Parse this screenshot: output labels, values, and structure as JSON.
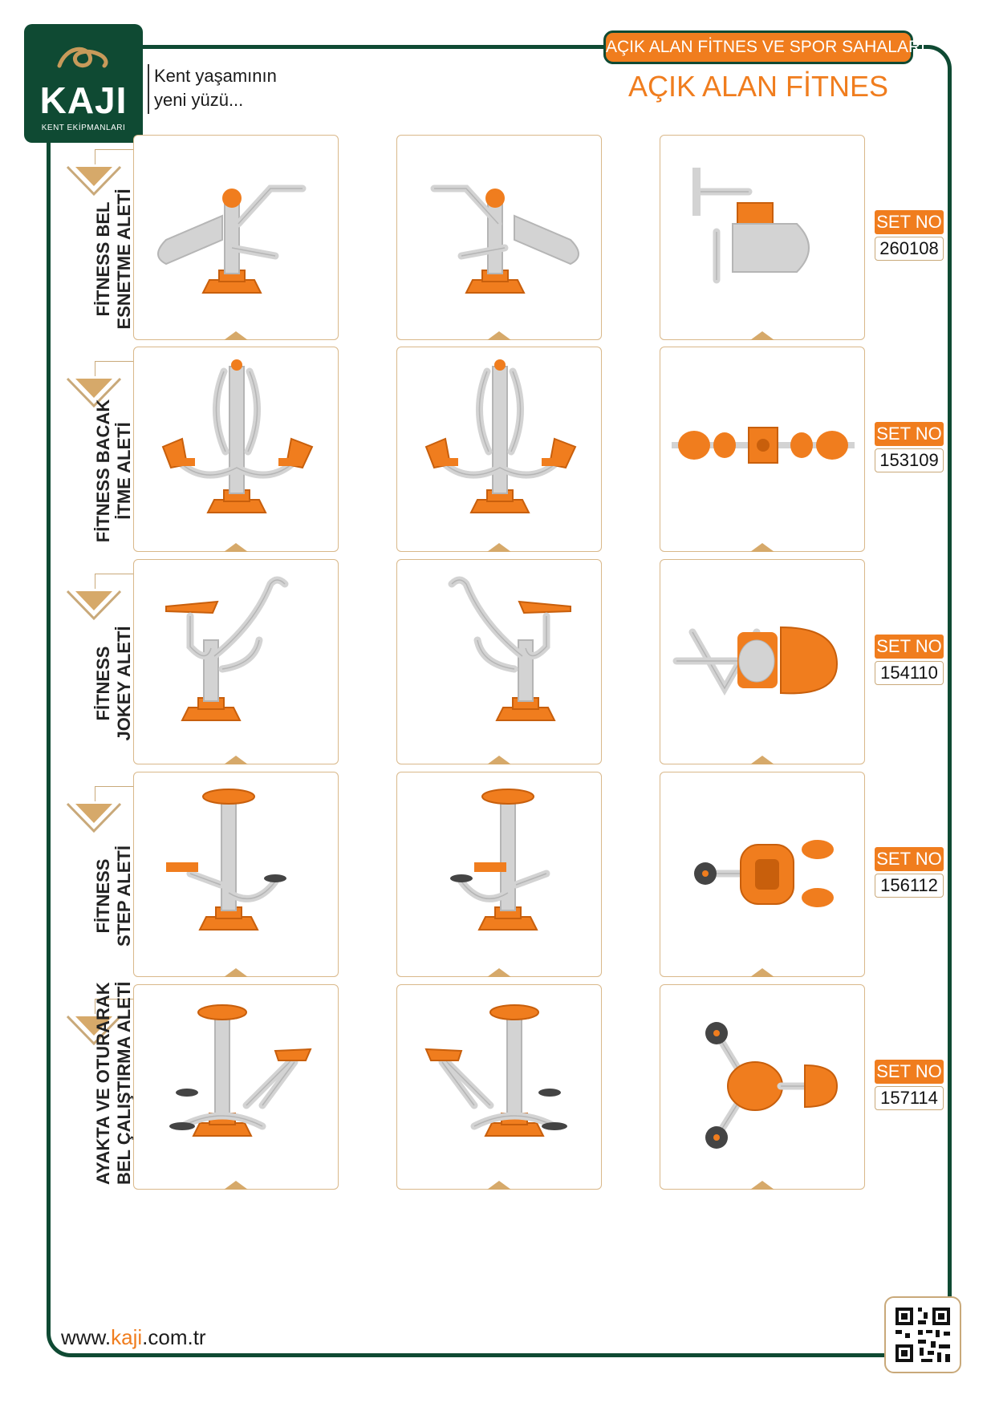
{
  "header": {
    "brand": "KAJI",
    "brand_sub": "KENT EKİPMANLARI",
    "slogan_line1": "Kent yaşamının",
    "slogan_line2": "yeni yüzü...",
    "category_pill": "AÇIK ALAN FİTNES VE SPOR SAHALARI",
    "category_title": "AÇIK ALAN FİTNES"
  },
  "colors": {
    "brand_green": "#0f4a33",
    "accent_orange": "#f07d1e",
    "frame_gold": "#d9b88a",
    "metal_grey": "#c9c9c9"
  },
  "set_label": "SET NO",
  "products": [
    {
      "line1": "FİTNESS BEL",
      "line2": "ESNETME ALETİ",
      "set_no": "260108",
      "images": [
        "waist-stretcher-view-1",
        "waist-stretcher-view-2",
        "waist-stretcher-top-view"
      ]
    },
    {
      "line1": "FİTNESS BACAK",
      "line2": "İTME ALETİ",
      "set_no": "153109",
      "images": [
        "leg-press-view-1",
        "leg-press-view-2",
        "leg-press-top-view"
      ]
    },
    {
      "line1": "FİTNESS",
      "line2": "JOKEY ALETİ",
      "set_no": "154110",
      "images": [
        "jockey-view-1",
        "jockey-view-2",
        "jockey-top-view"
      ]
    },
    {
      "line1": "FİTNESS",
      "line2": "STEP ALETİ",
      "set_no": "156112",
      "images": [
        "stepper-view-1",
        "stepper-view-2",
        "stepper-top-view"
      ]
    },
    {
      "line1": "AYAKTA VE OTURARAK",
      "line2": "BEL ÇALIŞTIRMA ALETİ",
      "set_no": "157114",
      "images": [
        "waist-twister-view-1",
        "waist-twister-view-2",
        "waist-twister-top-view"
      ]
    }
  ],
  "footer": {
    "url_prefix": "www.",
    "url_highlight": "kaji",
    "url_suffix": ".com.tr"
  }
}
